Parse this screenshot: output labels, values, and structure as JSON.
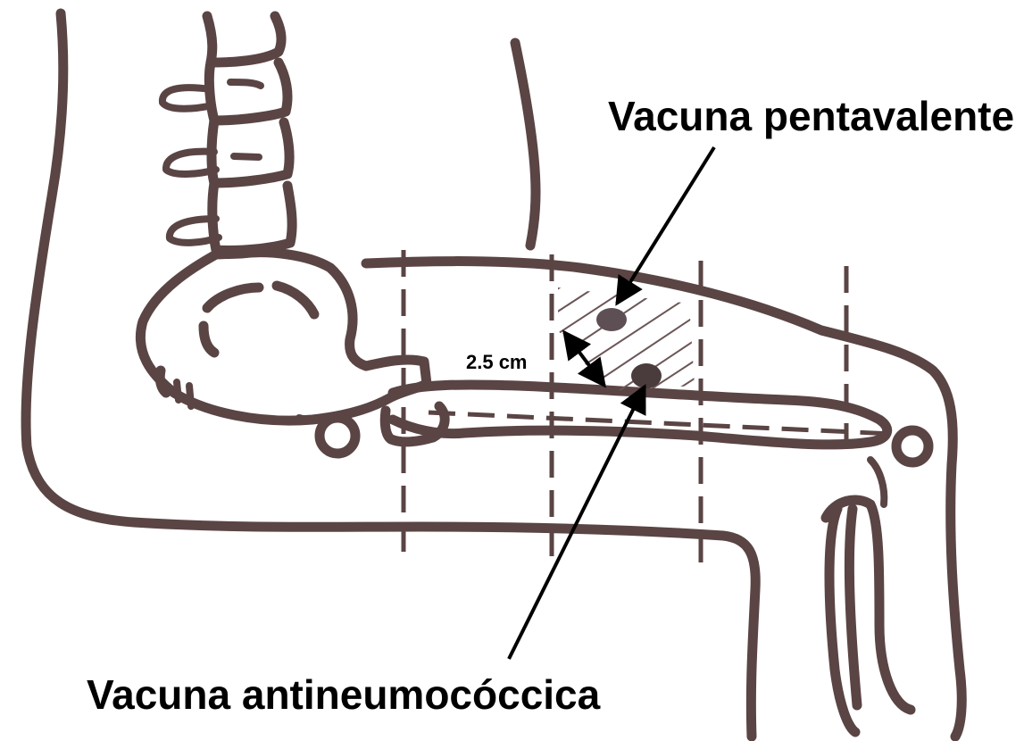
{
  "labels": {
    "vaccine_top": "Vacuna pentavalente",
    "vaccine_bottom": "Vacuna antineumocóccica",
    "distance": "2.5 cm"
  },
  "colors": {
    "outline": "#5a4444",
    "injection_site_top": "#5e4f55",
    "injection_site_bottom": "#4a3c3c",
    "pointer": "#000000",
    "background": "#ffffff"
  }
}
